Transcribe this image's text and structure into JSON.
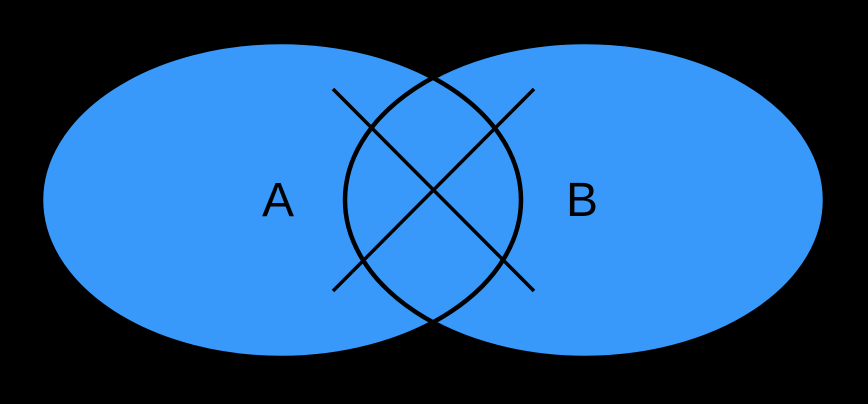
{
  "diagram": {
    "type": "venn-2-set",
    "description": "Two overlapping blue ellipses on a black background; the intersection region is outlined and crossed out with an X mark",
    "background_color": "#000000",
    "set_fill_color": "#3999FA",
    "outline_color": "#000000",
    "label_color": "#000000",
    "sets": [
      {
        "label": "A"
      },
      {
        "label": "B"
      }
    ],
    "intersection": {
      "marking": "crossed-out-x",
      "mark_color": "#000000"
    }
  }
}
